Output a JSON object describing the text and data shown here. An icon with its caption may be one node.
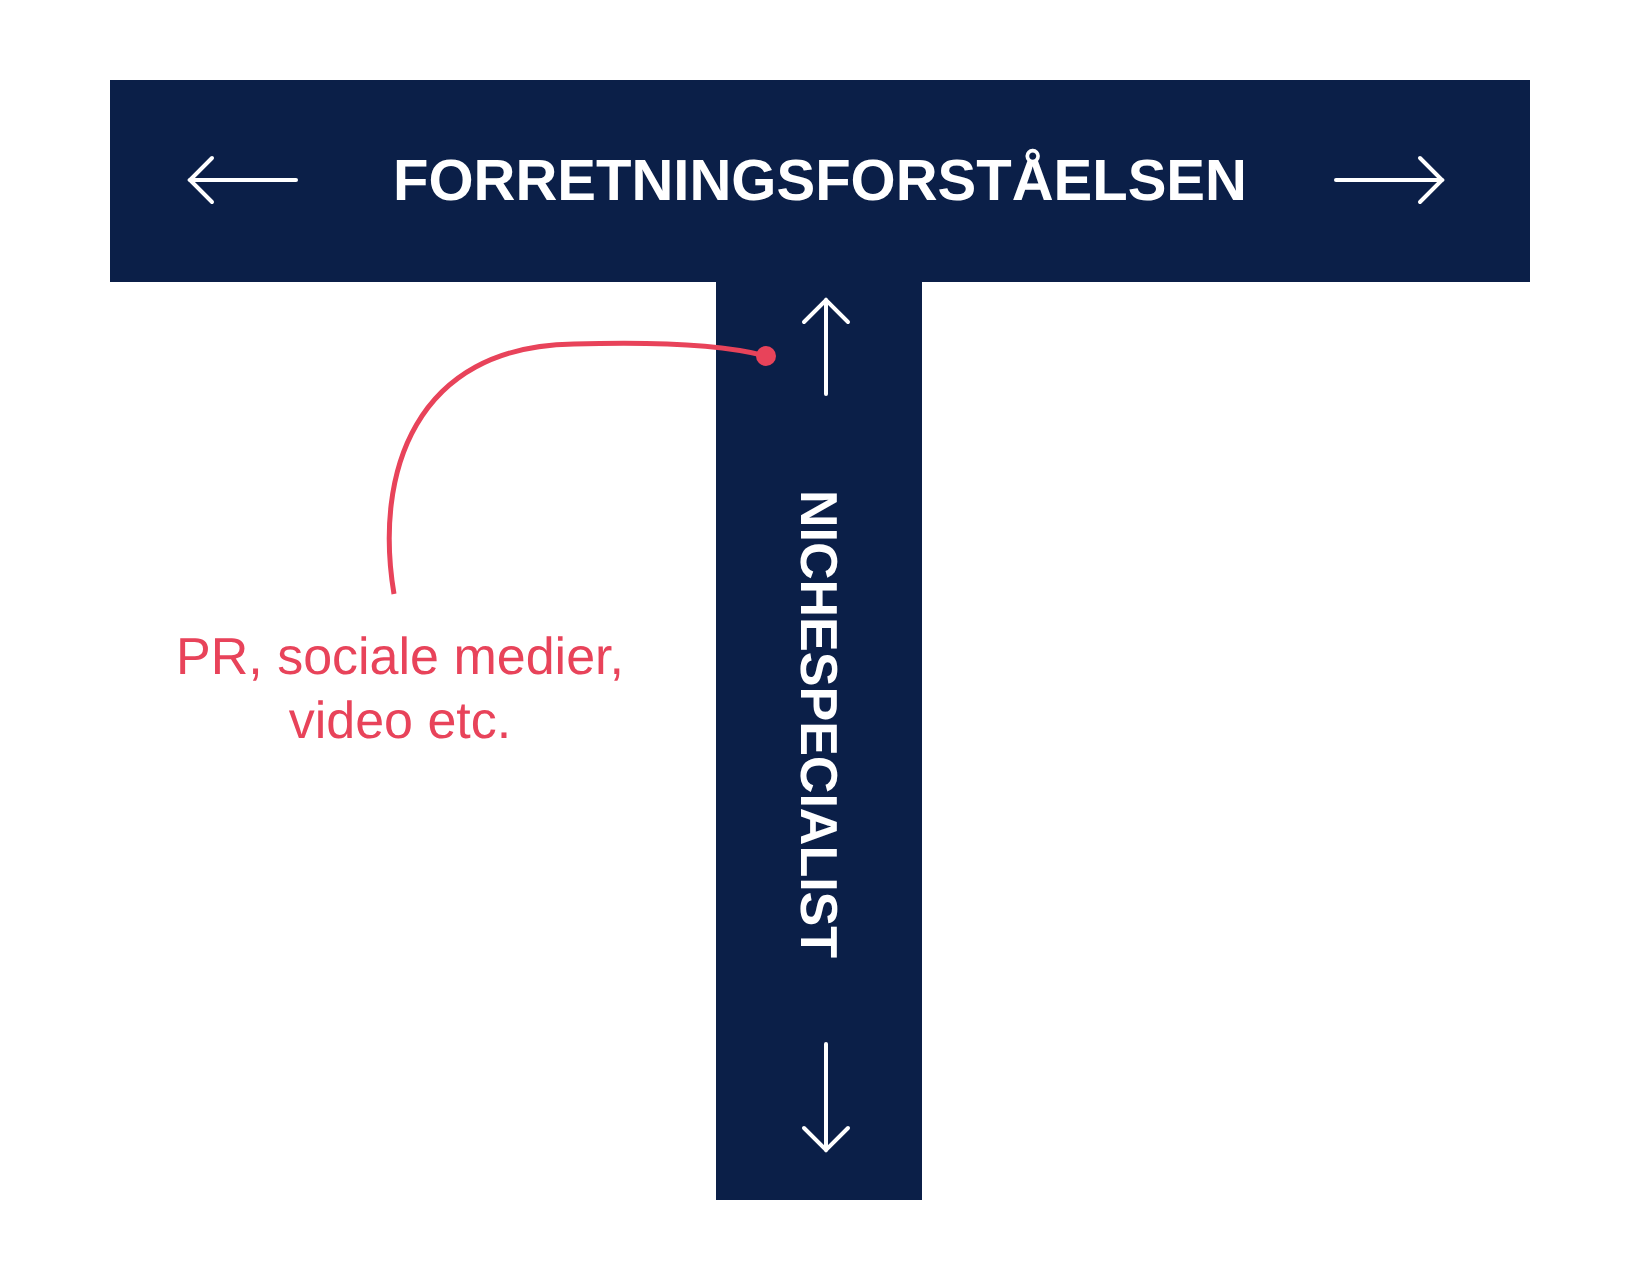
{
  "diagram": {
    "nodes": [
      {
        "text": [
          "FORRETNINGSFORSTÅELSEN"
        ]
      },
      {
        "text": [
          "NICHESPECIALIST"
        ]
      },
      {
        "text": [
          "PR, sociale medier, video etc."
        ]
      }
    ],
    "edges": [
      {
        "from": 2,
        "to": 1,
        "arrow": "other",
        "color": "#e8435a"
      }
    ]
  }
}
